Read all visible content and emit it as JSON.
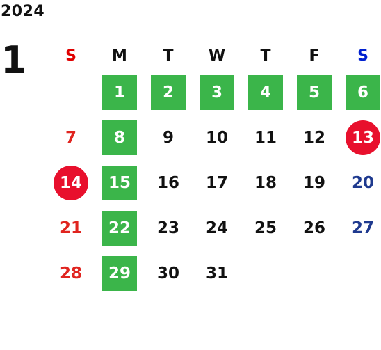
{
  "year": "2024",
  "month": "1",
  "colors": {
    "green_highlight": "#3bb54a",
    "holiday_red": "#e8102d",
    "sunday_text": "#e0241f",
    "saturday_text": "#1f3a8f",
    "sunday_header": "#e00000",
    "saturday_header": "#0020d0"
  },
  "weekdays": [
    {
      "label": "S",
      "kind": "sun"
    },
    {
      "label": "M",
      "kind": "weekday"
    },
    {
      "label": "T",
      "kind": "weekday"
    },
    {
      "label": "W",
      "kind": "weekday"
    },
    {
      "label": "T",
      "kind": "weekday"
    },
    {
      "label": "F",
      "kind": "weekday"
    },
    {
      "label": "S",
      "kind": "sat"
    }
  ],
  "days": [
    {
      "day": "",
      "style": "empty"
    },
    {
      "day": "1",
      "style": "green"
    },
    {
      "day": "2",
      "style": "green"
    },
    {
      "day": "3",
      "style": "green"
    },
    {
      "day": "4",
      "style": "green"
    },
    {
      "day": "5",
      "style": "green"
    },
    {
      "day": "6",
      "style": "green"
    },
    {
      "day": "7",
      "style": "sun"
    },
    {
      "day": "8",
      "style": "green"
    },
    {
      "day": "9",
      "style": "normal"
    },
    {
      "day": "10",
      "style": "normal"
    },
    {
      "day": "11",
      "style": "normal"
    },
    {
      "day": "12",
      "style": "normal"
    },
    {
      "day": "13",
      "style": "red-circle"
    },
    {
      "day": "14",
      "style": "red-circle"
    },
    {
      "day": "15",
      "style": "green"
    },
    {
      "day": "16",
      "style": "normal"
    },
    {
      "day": "17",
      "style": "normal"
    },
    {
      "day": "18",
      "style": "normal"
    },
    {
      "day": "19",
      "style": "normal"
    },
    {
      "day": "20",
      "style": "sat"
    },
    {
      "day": "21",
      "style": "sun"
    },
    {
      "day": "22",
      "style": "green"
    },
    {
      "day": "23",
      "style": "normal"
    },
    {
      "day": "24",
      "style": "normal"
    },
    {
      "day": "25",
      "style": "normal"
    },
    {
      "day": "26",
      "style": "normal"
    },
    {
      "day": "27",
      "style": "sat"
    },
    {
      "day": "28",
      "style": "sun"
    },
    {
      "day": "29",
      "style": "green"
    },
    {
      "day": "30",
      "style": "normal"
    },
    {
      "day": "31",
      "style": "normal"
    },
    {
      "day": "",
      "style": "empty"
    },
    {
      "day": "",
      "style": "empty"
    },
    {
      "day": "",
      "style": "empty"
    }
  ]
}
